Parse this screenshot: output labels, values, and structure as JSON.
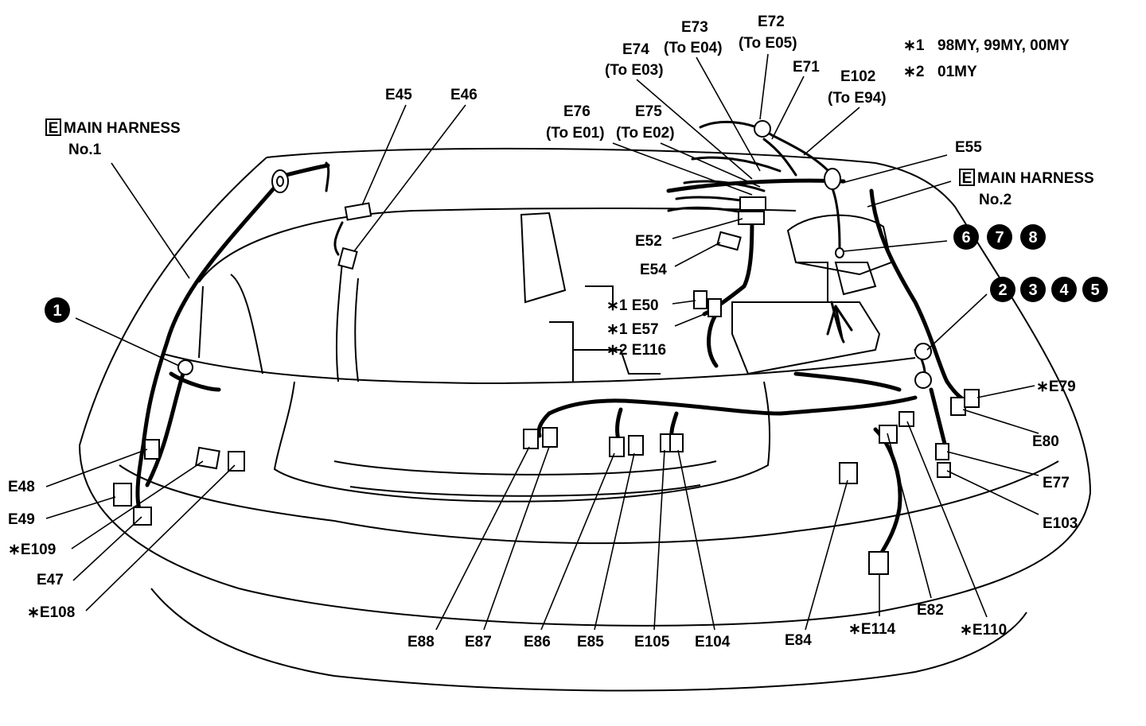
{
  "harness_labels": {
    "main_no1_prefix": "E",
    "main_no1_title": "MAIN HARNESS",
    "main_no1_sub": "No.1",
    "main_no2_prefix": "E",
    "main_no2_title": "MAIN HARNESS",
    "main_no2_sub": "No.2"
  },
  "notes": [
    {
      "mark": "∗1",
      "text": "98MY, 99MY, 00MY"
    },
    {
      "mark": "∗2",
      "text": "01MY"
    }
  ],
  "circled_numbers": [
    "1",
    "2",
    "3",
    "4",
    "5",
    "6",
    "7",
    "8"
  ],
  "connectors": {
    "e45": "E45",
    "e46": "E46",
    "e47": "E47",
    "e48": "E48",
    "e49": "E49",
    "e50": "∗1 E50",
    "e52": "E52",
    "e54": "E54",
    "e55": "E55",
    "e57": "∗1 E57",
    "e116": "∗2 E116",
    "e71": "E71",
    "e72": "E72",
    "e72_sub": "(To E05)",
    "e73": "E73",
    "e73_sub": "(To E04)",
    "e74": "E74",
    "e74_sub": "(To E03)",
    "e75": "E75",
    "e75_sub": "(To E02)",
    "e76": "E76",
    "e76_sub": "(To E01)",
    "e102": "E102",
    "e102_sub": "(To E94)",
    "e77": "E77",
    "e79": "∗E79",
    "e80": "E80",
    "e82": "E82",
    "e84": "E84",
    "e85": "E85",
    "e86": "E86",
    "e87": "E87",
    "e88": "E88",
    "e103": "E103",
    "e104": "E104",
    "e105": "E105",
    "e108": "∗E108",
    "e109": "∗E109",
    "e110": "∗E110",
    "e114": "∗E114"
  }
}
